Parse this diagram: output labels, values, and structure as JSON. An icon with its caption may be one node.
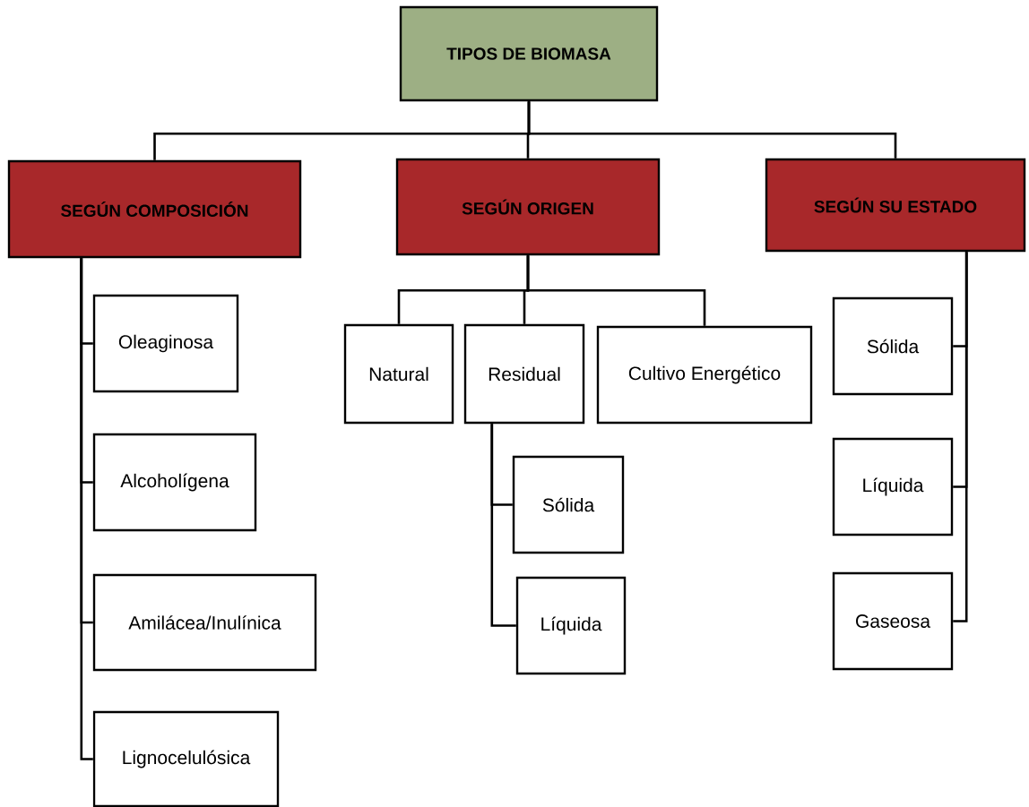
{
  "diagram": {
    "nodes": [
      {
        "text": [
          "TIPOS DE BIOMASA"
        ]
      },
      {
        "text": [
          "SEGÚN COMPOSICIÓN"
        ]
      },
      {
        "text": [
          "SEGÚN ORIGEN"
        ]
      },
      {
        "text": [
          "SEGÚN SU ESTADO"
        ]
      },
      {
        "text": [
          "Oleaginosa"
        ]
      },
      {
        "text": [
          "Alcoholígena"
        ]
      },
      {
        "text": [
          "Amilácea/Inulínica"
        ]
      },
      {
        "text": [
          "Lignocelulósica"
        ]
      },
      {
        "text": [
          "Natural"
        ]
      },
      {
        "text": [
          "Residual"
        ]
      },
      {
        "text": [
          "Cultivo Energético"
        ]
      },
      {
        "text": [
          "Sólida"
        ]
      },
      {
        "text": [
          "Líquida"
        ]
      },
      {
        "text": [
          "Sólida"
        ]
      },
      {
        "text": [
          "Líquida"
        ]
      },
      {
        "text": [
          "Gaseosa"
        ]
      }
    ],
    "edges": [
      {
        "from": 0,
        "to": 1,
        "arrow": "none"
      },
      {
        "from": 0,
        "to": 2,
        "arrow": "none"
      },
      {
        "from": 0,
        "to": 3,
        "arrow": "none"
      },
      {
        "from": 1,
        "to": 4,
        "arrow": "none"
      },
      {
        "from": 1,
        "to": 5,
        "arrow": "none"
      },
      {
        "from": 1,
        "to": 6,
        "arrow": "none"
      },
      {
        "from": 1,
        "to": 7,
        "arrow": "none"
      },
      {
        "from": 2,
        "to": 8,
        "arrow": "none"
      },
      {
        "from": 2,
        "to": 9,
        "arrow": "none"
      },
      {
        "from": 2,
        "to": 10,
        "arrow": "none"
      },
      {
        "from": 9,
        "to": 11,
        "arrow": "none"
      },
      {
        "from": 9,
        "to": 12,
        "arrow": "none"
      },
      {
        "from": 3,
        "to": 13,
        "arrow": "none"
      },
      {
        "from": 3,
        "to": 14,
        "arrow": "none"
      },
      {
        "from": 3,
        "to": 15,
        "arrow": "none"
      }
    ]
  }
}
